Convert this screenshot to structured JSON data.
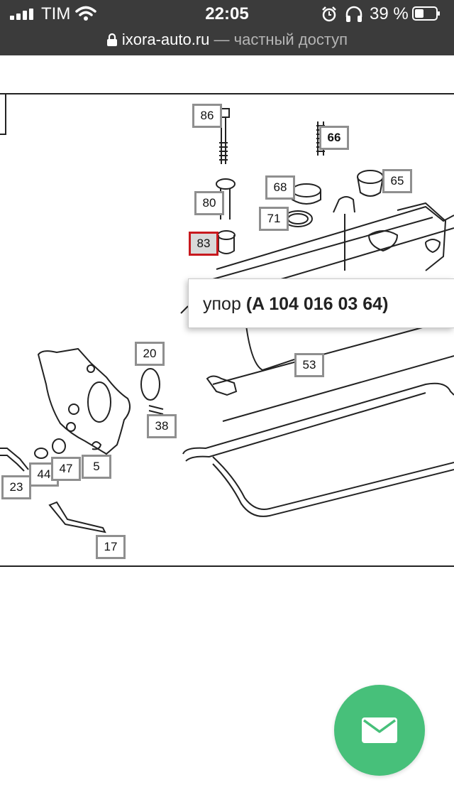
{
  "status_bar": {
    "carrier": "TIM",
    "time": "22:05",
    "battery": "39 %"
  },
  "address_bar": {
    "host": "ixora-auto.ru",
    "suffix": "— частный доступ"
  },
  "diagram": {
    "callouts": [
      "86",
      "66",
      "68",
      "65",
      "80",
      "71",
      "83",
      "20",
      "38",
      "53",
      "44",
      "47",
      "5",
      "23",
      "17"
    ],
    "selected": "83"
  },
  "tooltip": {
    "name": "упор",
    "part_number": "(A 104 016 03 64)"
  },
  "colors": {
    "bar_background": "#3b3b3b",
    "selected_border": "#c8191e",
    "fab_green": "#47c07a"
  },
  "icons": [
    "signal-icon",
    "wifi-icon",
    "alarm-icon",
    "headphones-icon",
    "battery-icon",
    "lock-icon",
    "mail-icon"
  ]
}
